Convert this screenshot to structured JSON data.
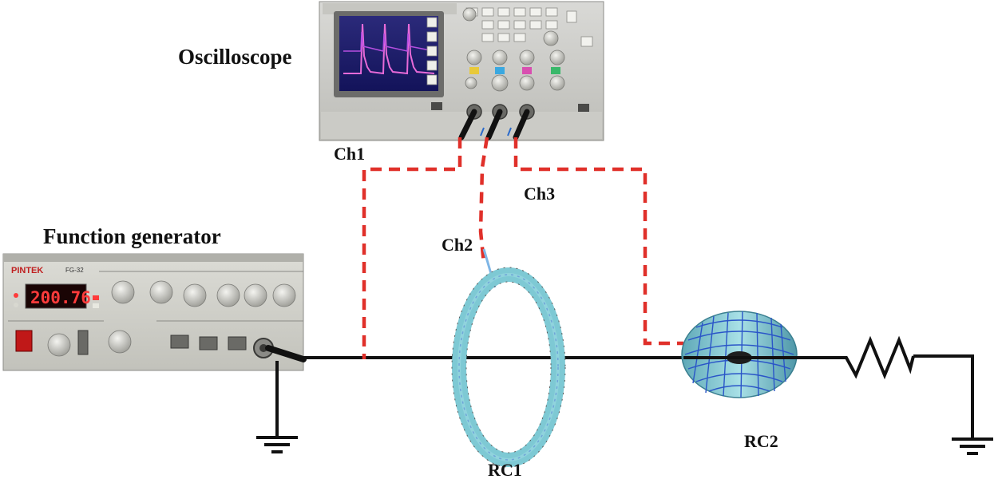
{
  "labels": {
    "oscilloscope": "Oscilloscope",
    "function_generator": "Function generator",
    "ch1": "Ch1",
    "ch2": "Ch2",
    "ch3": "Ch3",
    "rc1": "RC1",
    "rc2": "RC2"
  },
  "function_generator": {
    "brand": "PINTEK",
    "model": "FG-32",
    "display_value": "200.76"
  },
  "colors": {
    "probe_wire": "#e0302a",
    "circuit_wire": "#111111",
    "coil_fill": "#8fd3dc",
    "coil_winding": "#2a55c8",
    "led_digits": "#ff3b3b",
    "scope_waveform": "#e86ad8"
  },
  "icons": [
    "ground-symbol-icon",
    "resistor-icon",
    "oscilloscope-device-icon",
    "function-generator-device-icon"
  ]
}
